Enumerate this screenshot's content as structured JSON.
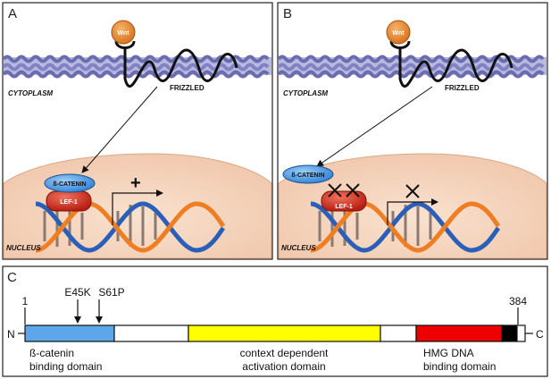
{
  "panel_a": {
    "letter": "A",
    "ligand": "Wnt",
    "receptor": "FRIZZLED",
    "cytoplasm": "CYTOPLASM",
    "nucleus": "NUCLEUS",
    "beta_catenin": "ß-CATENIN",
    "lef1": "LEF-1",
    "transcription_mark": "+"
  },
  "panel_b": {
    "letter": "B",
    "ligand": "Wnt",
    "receptor": "FRIZZLED",
    "cytoplasm": "CYTOPLASM",
    "nucleus": "NUCLEUS",
    "beta_catenin": "ß-CATENIN",
    "lef1": "LEF-1"
  },
  "panel_c": {
    "letter": "C",
    "n_terminus": "N",
    "c_terminus": "C",
    "start_residue": "1",
    "end_residue": "384",
    "mutation_1": "E45K",
    "mutation_2": "S61P",
    "domain_beta_line1": "ß-catenin",
    "domain_beta_line2": "binding domain",
    "domain_context_line1": "context dependent",
    "domain_context_line2": "activation domain",
    "domain_hmg_line1": "HMG DNA",
    "domain_hmg_line2": "binding domain"
  },
  "colors": {
    "membrane": "#8a8cc4",
    "nucleus_fill": "#f6d6c0",
    "beta_catenin": "#3d8fe0",
    "lef1": "#d42a1c",
    "wnt": "#ee8a2c",
    "dna_blue": "#2a5fb8",
    "dna_orange": "#ef7d22",
    "domain_beta": "#5ea6ea",
    "domain_context": "#ffff00",
    "domain_hmg": "#ee0000",
    "domain_end": "#000000"
  }
}
